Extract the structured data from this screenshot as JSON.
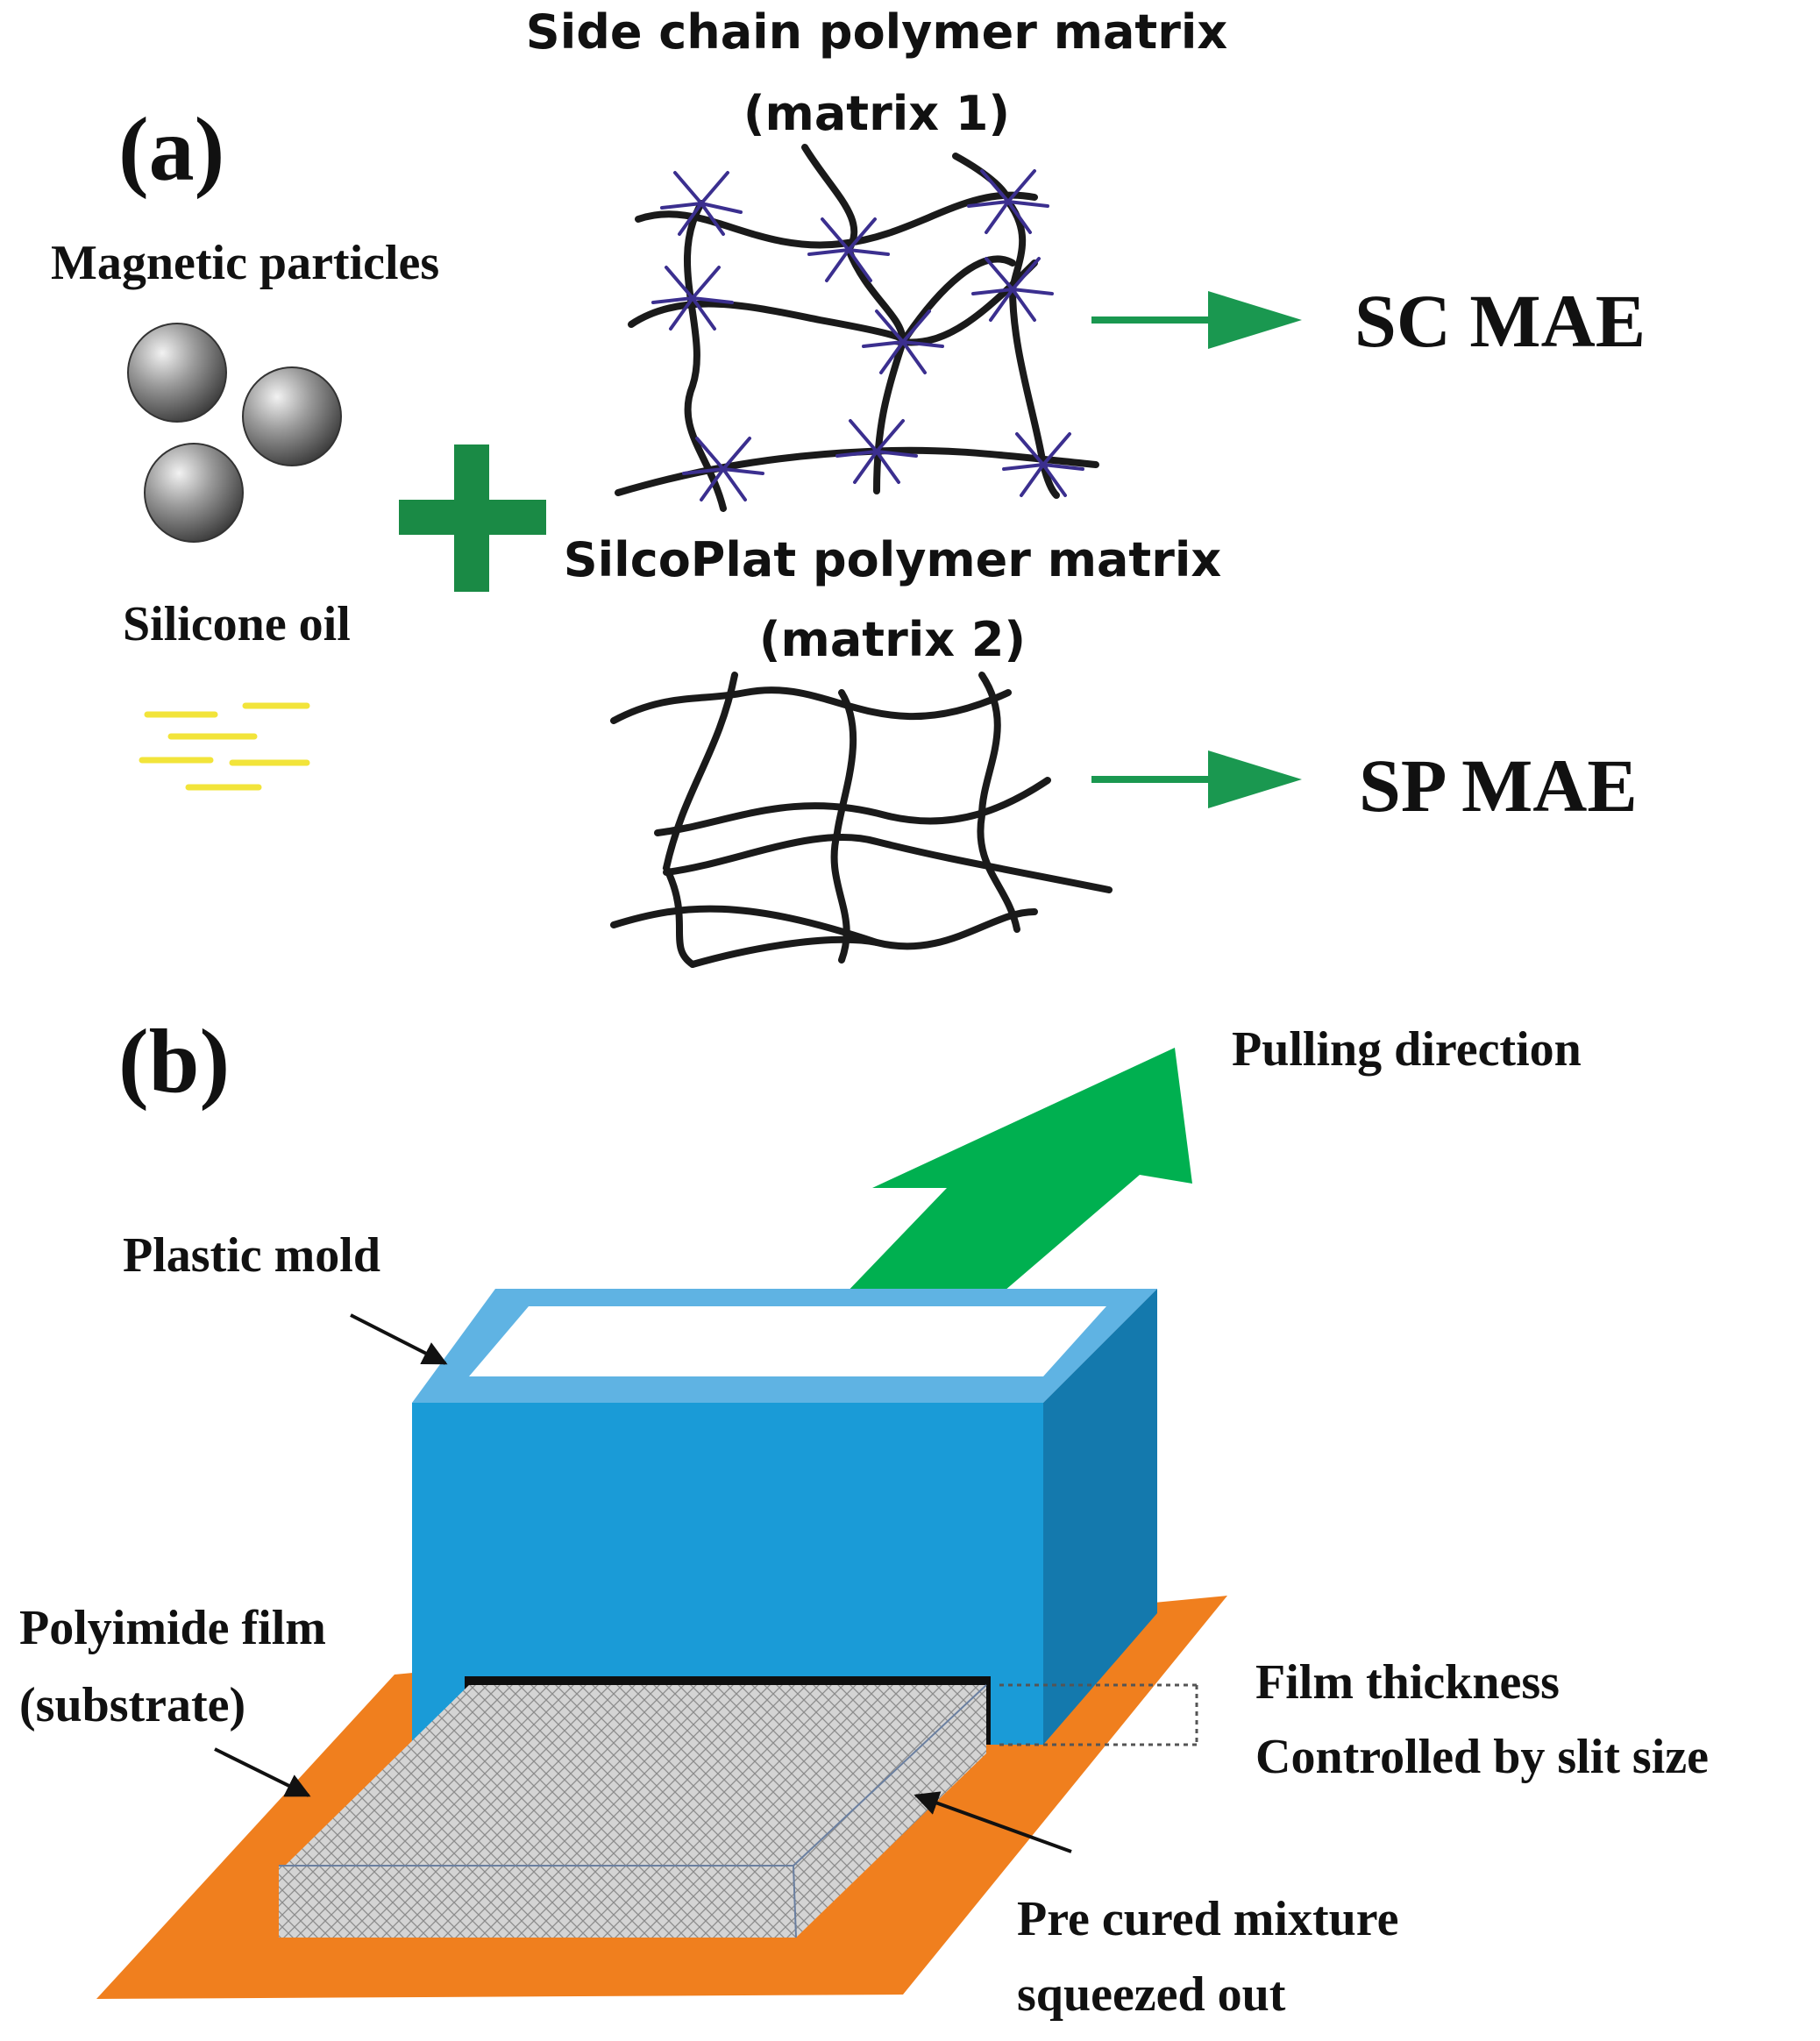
{
  "panel_a": {
    "label": "(a)",
    "magnetic_particles_label": "Magnetic particles",
    "silicone_oil_label": "Silicone oil",
    "matrix1_title": "Side chain polymer matrix",
    "matrix1_subtitle": "(matrix 1)",
    "matrix2_title": "SilcoPlat polymer matrix",
    "matrix2_subtitle": "(matrix 2)",
    "product1": "SC MAE",
    "product2": "SP MAE"
  },
  "panel_b": {
    "label": "(b)",
    "pulling_direction_label": "Pulling direction",
    "plastic_mold_label": "Plastic mold",
    "polyimide_film_label_1": "Polyimide film",
    "polyimide_film_label_2": "(substrate)",
    "film_thickness_label_1": "Film thickness",
    "film_thickness_label_2": "Controlled by slit size",
    "pre_cured_label_1": "Pre cured mixture",
    "pre_cured_label_2": "squeezed out"
  },
  "colors": {
    "arrow_green": "#1a9850",
    "pull_arrow_green": "#00b050",
    "mold_front": "#1a9bd7",
    "mold_side": "#1479ad",
    "mold_rim": "#5fb3e3",
    "substrate_orange": "#f07f1e",
    "sidechain_purple": "#3b2f8f",
    "oil_yellow": "#f2e43a"
  }
}
